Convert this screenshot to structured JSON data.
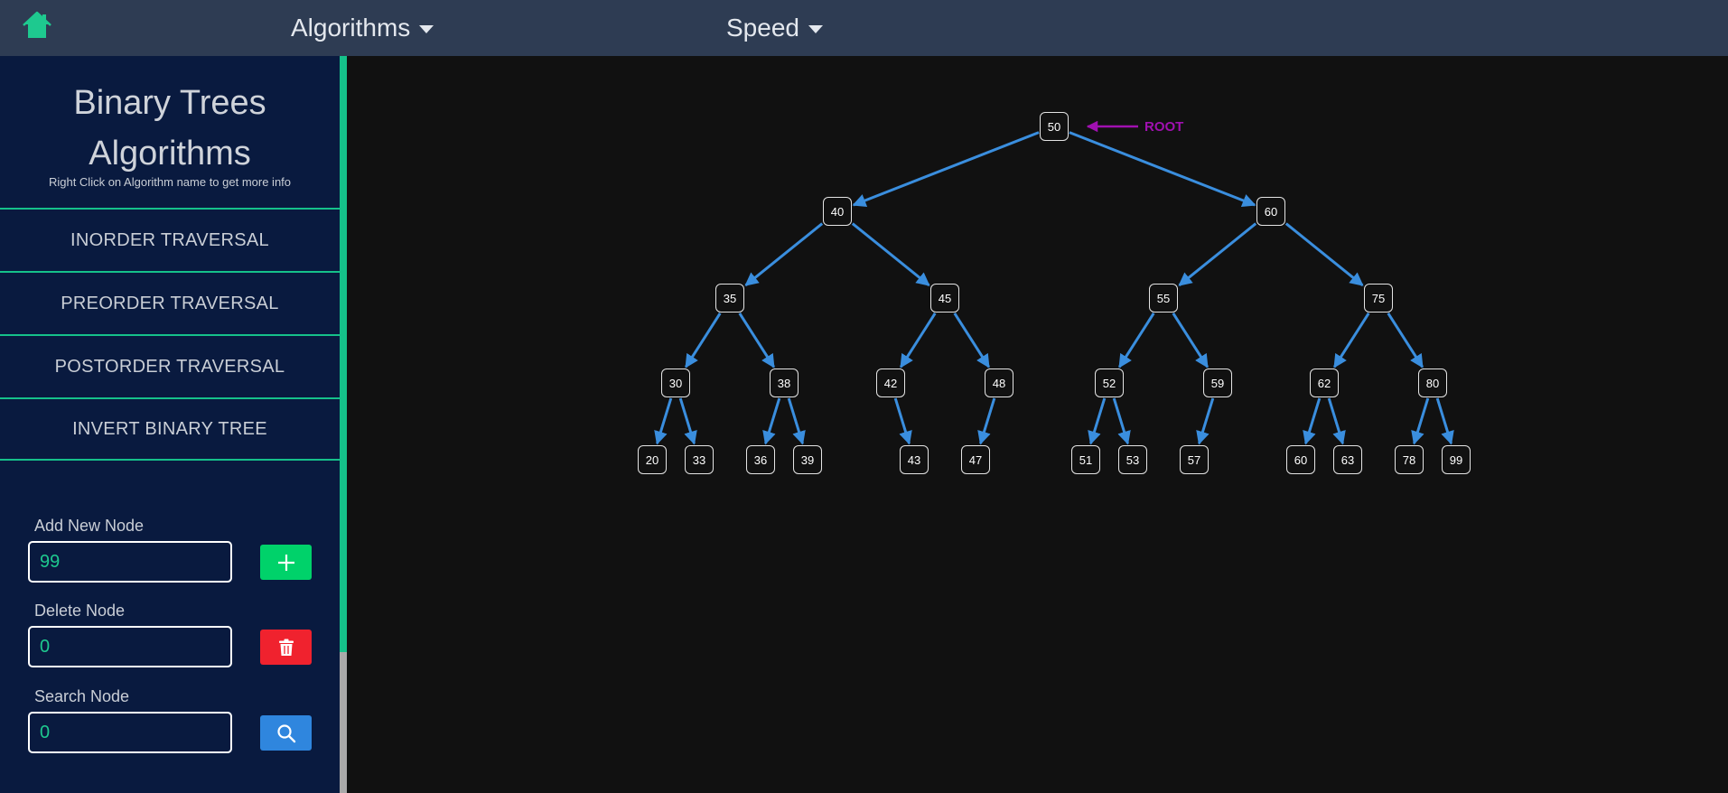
{
  "nav": {
    "home_icon": "home-icon",
    "algorithms_label": "Algorithms",
    "speed_label": "Speed"
  },
  "sidebar": {
    "title_line1": "Binary Trees",
    "title_line2": "Algorithms",
    "subtitle": "Right Click on Algorithm name to get more info",
    "algorithms": [
      "INORDER TRAVERSAL",
      "PREORDER TRAVERSAL",
      "POSTORDER TRAVERSAL",
      "INVERT BINARY TREE"
    ],
    "add_label": "Add New Node",
    "add_value": "99",
    "delete_label": "Delete Node",
    "delete_value": "0",
    "search_label": "Search Node",
    "search_value": "0"
  },
  "tree": {
    "root_label": "ROOT",
    "root": {
      "v": 50,
      "l": {
        "v": 40,
        "l": {
          "v": 35,
          "l": {
            "v": 30,
            "l": {
              "v": 20
            },
            "r": {
              "v": 33
            }
          },
          "r": {
            "v": 38,
            "l": {
              "v": 36
            },
            "r": {
              "v": 39
            }
          }
        },
        "r": {
          "v": 45,
          "l": {
            "v": 42,
            "r": {
              "v": 43
            }
          },
          "r": {
            "v": 48,
            "l": {
              "v": 47
            }
          }
        }
      },
      "r": {
        "v": 60,
        "l": {
          "v": 55,
          "l": {
            "v": 52,
            "l": {
              "v": 51
            },
            "r": {
              "v": 53
            }
          },
          "r": {
            "v": 59,
            "l": {
              "v": 57
            }
          }
        },
        "r": {
          "v": 75,
          "l": {
            "v": 62,
            "l": {
              "v": 60
            },
            "r": {
              "v": 63
            }
          },
          "r": {
            "v": 80,
            "l": {
              "v": 78
            },
            "r": {
              "v": 99
            }
          }
        }
      }
    }
  },
  "colors": {
    "accent": "#15c18a",
    "edge": "#3a8ede",
    "root_arrow": "#a010b0",
    "add_button": "#00d26a",
    "delete_button": "#f0222e",
    "search_button": "#2f86de",
    "sidebar_bg": "#091a3f",
    "topbar_bg": "#2e3c53"
  }
}
